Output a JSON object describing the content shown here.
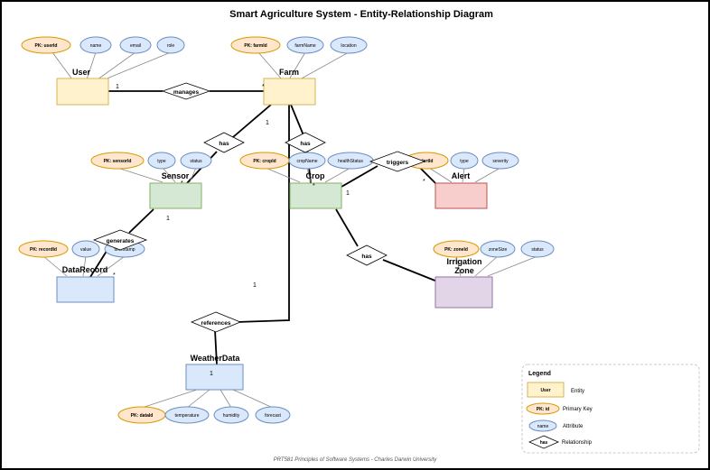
{
  "title": "Smart Agriculture System - Entity-Relationship Diagram",
  "footer": "PRT581 Principles of Software Systems - Charles Darwin University",
  "colors": {
    "user": "#fff2cc",
    "user_border": "#d6b656",
    "farm": "#fff2cc",
    "farm_border": "#d6b656",
    "sensor": "#d5e8d4",
    "sensor_border": "#82b366",
    "crop": "#d5e8d4",
    "crop_border": "#82b366",
    "alert": "#f8cecc",
    "alert_border": "#b85450",
    "irrigation": "#e1d5e7",
    "irrigation_border": "#9673a6",
    "datarecord": "#dae8fc",
    "datarecord_border": "#6c8ebf",
    "weather": "#dae8fc",
    "weather_border": "#6c8ebf",
    "pk_fill": "#ffe6cc",
    "pk_border": "#d79b00",
    "attr_fill": "#dae8fc",
    "attr_border": "#6c8ebf"
  },
  "entities": {
    "user": "User",
    "farm": "Farm",
    "sensor": "Sensor",
    "crop": "Crop",
    "alert": "Alert",
    "irrigation_line1": "Irrigation",
    "irrigation_line2": "Zone",
    "datarecord": "DataRecord",
    "weather": "WeatherData"
  },
  "attributes": {
    "user_pk": "PK: userId",
    "user_name": "name",
    "user_email": "email",
    "user_role": "role",
    "farm_pk": "PK: farmId",
    "farm_name": "farmName",
    "farm_location": "location",
    "sensor_pk": "PK: sensorId",
    "sensor_type": "type",
    "sensor_status": "status",
    "crop_pk": "PK: cropId",
    "crop_name": "cropName",
    "crop_health": "healthStatus",
    "alert_pk": "alertId",
    "alert_type": "type",
    "alert_severity": "severity",
    "zone_pk": "PK: zoneId",
    "zone_size": "zoneSize",
    "zone_status": "status",
    "record_pk": "PK: recordId",
    "record_value": "value",
    "record_timestamp": "timestamp",
    "weather_pk": "PK: dataId",
    "weather_temperature": "temperature",
    "weather_humidity": "humidity",
    "weather_forecast": "forecast"
  },
  "relationships": {
    "manages": "manages",
    "farm_sensor": "has",
    "farm_crop": "has",
    "triggers": "triggers",
    "crop_zone": "has",
    "generates": "generates",
    "references": "references"
  },
  "cardinality": {
    "one": "1",
    "many": "*"
  },
  "legend": {
    "title": "Legend",
    "entity_sample": "User",
    "entity_label": "Entity",
    "pk_sample": "PK: id",
    "pk_label": "Primary Key",
    "attr_sample": "name",
    "attr_label": "Attribute",
    "rel_sample": "has",
    "rel_label": "Relationship"
  }
}
